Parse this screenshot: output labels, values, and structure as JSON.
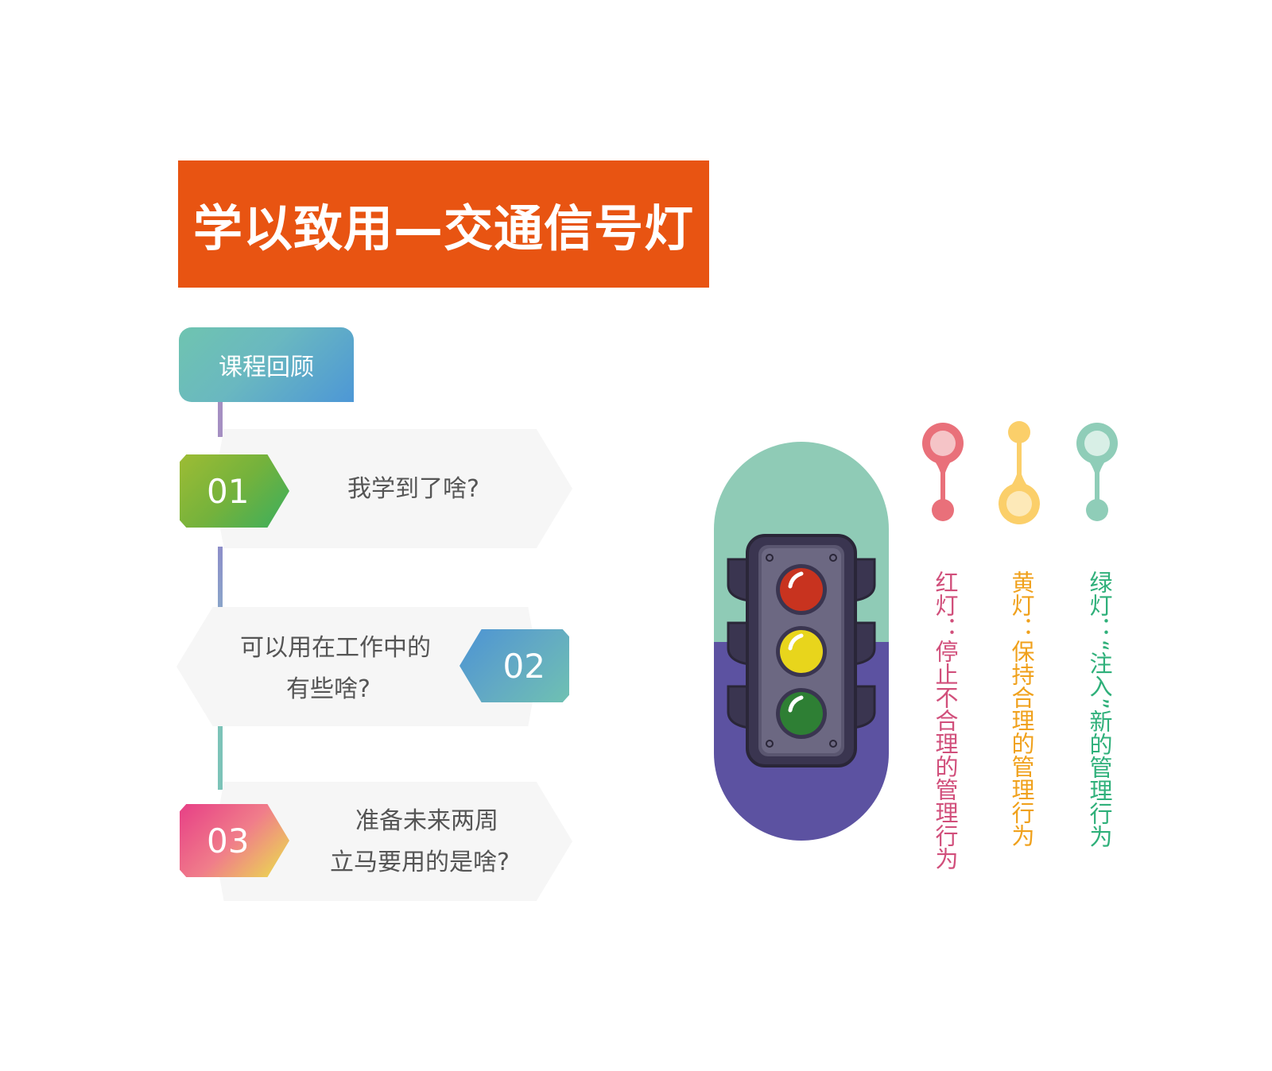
{
  "title": "学以致用—交通信号灯",
  "review_tab": "课程回顾",
  "steps": [
    {
      "number": "01",
      "text_line1": "我学到了啥?",
      "text_line2": ""
    },
    {
      "number": "02",
      "text_line1": "可以用在工作中的",
      "text_line2": "有些啥?"
    },
    {
      "number": "03",
      "text_line1": "准备未来两周",
      "text_line2": "立马要用的是啥?"
    }
  ],
  "lights": [
    {
      "label": "红灯：停止不合理的管理行为",
      "color": "#d14f7b",
      "pin_color": "#e9707a"
    },
    {
      "label": "黄灯：保持合理的管理行为",
      "color": "#f0a11c",
      "pin_color": "#fbcf6a"
    },
    {
      "label": "绿灯：“注入”新的管理行为",
      "color": "#2fb07a",
      "pin_color": "#8fcdb8"
    }
  ],
  "colors": {
    "banner": "#e85412",
    "card": "#f6f6f6",
    "traffic_top": "#8fcbb6",
    "traffic_bottom": "#5c52a1",
    "red_light": "#c8331f",
    "yellow_light": "#e8d51c",
    "green_light": "#2e7f34"
  },
  "icons": [
    "traffic-light-icon",
    "map-pin-icon"
  ]
}
